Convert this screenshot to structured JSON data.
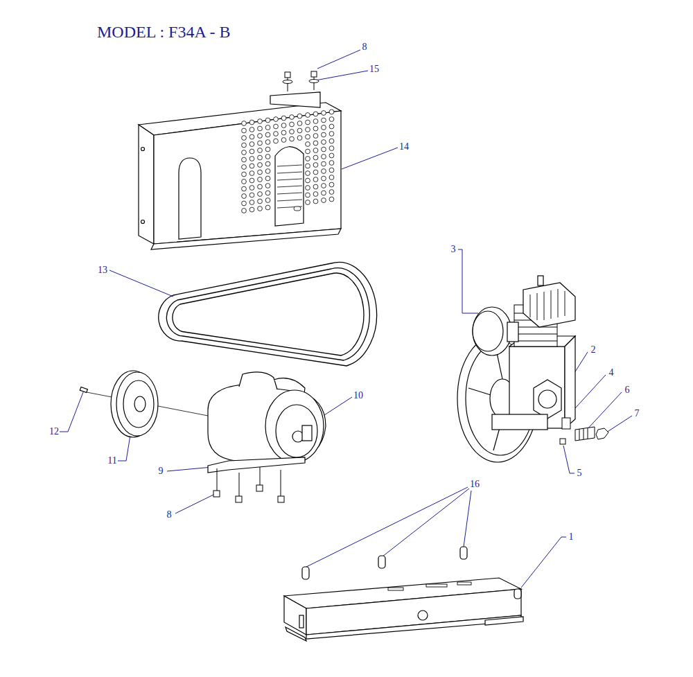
{
  "diagram": {
    "title": "MODEL : F34A - B",
    "labels": [
      "8",
      "15",
      "14",
      "13",
      "3",
      "2",
      "4",
      "6",
      "7",
      "5",
      "12",
      "10",
      "11",
      "9",
      "8",
      "16",
      "1"
    ]
  }
}
